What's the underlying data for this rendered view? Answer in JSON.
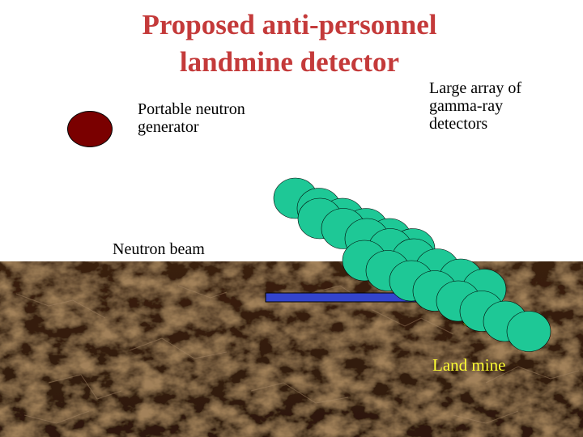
{
  "title": {
    "line1": "Proposed anti-personnel",
    "line2": "landmine detector"
  },
  "labels": {
    "generator_line1": "Portable neutron",
    "generator_line2": "generator",
    "array_line1": "Large array of",
    "array_line2": "gamma-ray",
    "array_line3": "detectors",
    "neutron_beam": "Neutron beam",
    "land_mine": "Land mine"
  },
  "colors": {
    "title": "#c43a3a",
    "generator": "#7a0000",
    "detector": "#1ec896",
    "beam": "#3344cc",
    "mine": "#ffff00",
    "soil": "#4a2d14"
  }
}
